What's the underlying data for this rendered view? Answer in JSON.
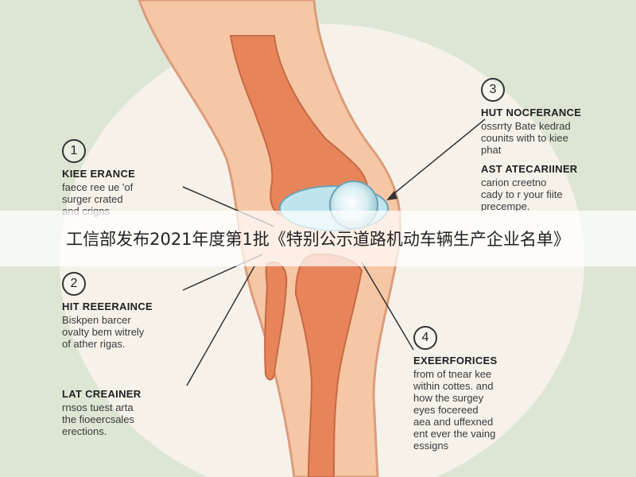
{
  "colors": {
    "background": "#dde6d4",
    "circle": "#f6f2ea",
    "bone": "#e8845a",
    "skin": "#f6c7a5",
    "cartilage": "#bfe4ee"
  },
  "labels": [
    {
      "number": "1",
      "title": "KIEE ERANCE",
      "lines": [
        "faece ree ue 'of",
        "surger crated",
        "and crigns"
      ]
    },
    {
      "number": "2",
      "title": "HIT REEERAINCE",
      "lines": [
        "Biskpen barcer",
        "ovalty bem witrely",
        "of ather rigas."
      ]
    },
    {
      "number": "3",
      "title": "HUT NOCFERANCE",
      "lines": [
        "ossrrty Bate kedrad",
        "counits with to kiee",
        "phat"
      ]
    },
    {
      "title": "AST ATECARIINER",
      "lines": [
        "carion creetno",
        "cady to r your fiite",
        "precempe."
      ]
    },
    {
      "title": "LAT CREAINER",
      "lines": [
        "rnsos tuest arta",
        "the fioeercsales",
        "erections."
      ]
    },
    {
      "number": "4",
      "title": "EXEERFORICES",
      "lines": [
        "from of tnear kee",
        "within cottes. and",
        "how the surgey",
        "eyes focereed",
        "aea and uffexned",
        "ent ever the vaing",
        "essigns"
      ]
    }
  ],
  "banner": {
    "text": "工信部发布2021年度第1批《特别公示道路机动车辆生产企业名单》"
  }
}
